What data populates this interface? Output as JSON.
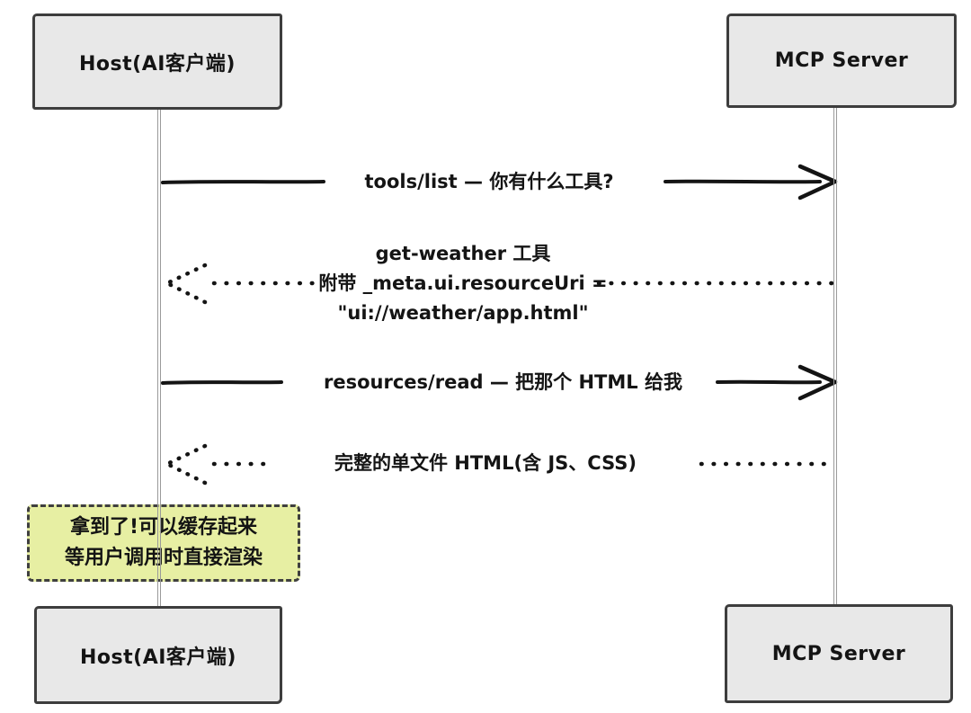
{
  "participants": {
    "host": {
      "label": "Host(AI客户端)"
    },
    "server": {
      "label": "MCP Server"
    }
  },
  "messages": {
    "tools_list": {
      "label": "tools/list — 你有什么工具?"
    },
    "tools_result": {
      "line1": "get-weather 工具",
      "line2": "附带 _meta.ui.resourceUri =",
      "line3": "\"ui://weather/app.html\""
    },
    "resources_read": {
      "label": "resources/read — 把那个 HTML 给我"
    },
    "resources_result": {
      "label": "完整的单文件 HTML(含 JS、CSS)"
    }
  },
  "note": {
    "line1": "拿到了!可以缓存起来",
    "line2": "等用户调用时直接渲染"
  },
  "colors": {
    "background": "#ffffff",
    "box_fill": "#e8e8e8",
    "box_border": "#3d3d3d",
    "line": "#141414",
    "lifeline": "#9a9a9a",
    "note_fill": "#e7efa3",
    "note_border": "#3f3f3f",
    "text": "#141414"
  }
}
